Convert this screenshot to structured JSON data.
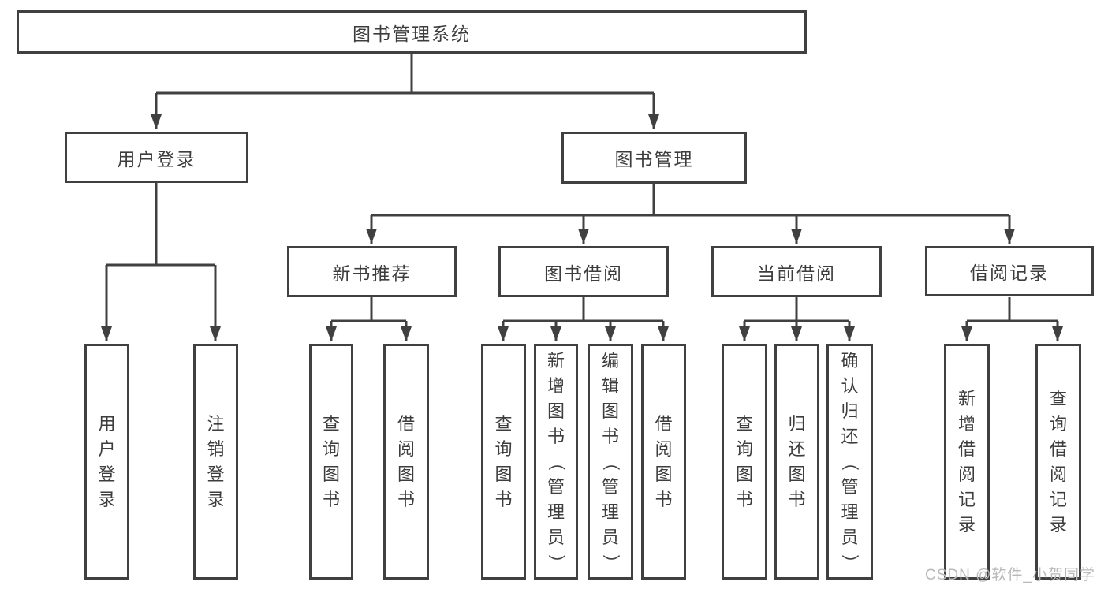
{
  "tree": {
    "root": {
      "label": "图书管理系统"
    },
    "branches": [
      {
        "label": "用户登录",
        "children": [
          {
            "label": "用户登录"
          },
          {
            "label": "注销登录"
          }
        ]
      },
      {
        "label": "图书管理",
        "children": [
          {
            "label": "新书推荐",
            "children": [
              {
                "label": "查询图书"
              },
              {
                "label": "借阅图书"
              }
            ]
          },
          {
            "label": "图书借阅",
            "children": [
              {
                "label": "查询图书"
              },
              {
                "label": "新增图书（管理员）"
              },
              {
                "label": "编辑图书（管理员）"
              },
              {
                "label": "借阅图书"
              }
            ]
          },
          {
            "label": "当前借阅",
            "children": [
              {
                "label": "查询图书"
              },
              {
                "label": "归还图书"
              },
              {
                "label": "确认归还（管理员）"
              }
            ]
          },
          {
            "label": "借阅记录",
            "children": [
              {
                "label": "新增借阅记录"
              },
              {
                "label": "查询借阅记录"
              }
            ]
          }
        ]
      }
    ]
  },
  "watermark": {
    "text": "CSDN @软件_小贺同学"
  },
  "colors": {
    "line": "#404040",
    "text": "#3d3d3d",
    "watermark": "#b9b9b9",
    "background": "#ffffff"
  }
}
